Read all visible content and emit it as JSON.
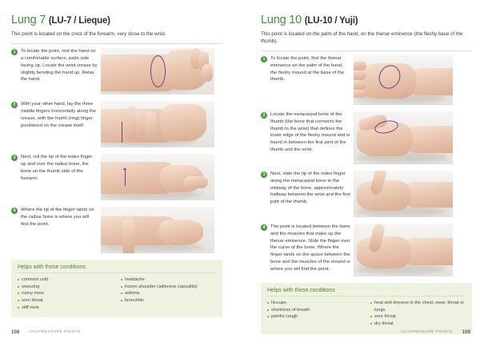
{
  "spread": {
    "left_page": {
      "title_name": "Lung 7",
      "title_code": "(LU-7 / Lieque)",
      "intro": "This point is located on the crest of the forearm, very close to the wrist.",
      "steps": [
        {
          "num": "1",
          "text": "To locate the point, rest the hand on a comfortable surface, palm side facing up. Locate the wrist crease by slightly bending the hand up. Relax the hand."
        },
        {
          "num": "2",
          "text": "With your other hand, lay the three middle fingers horizontally along the crease, with the fourth (ring) finger positioned on the crease itself."
        },
        {
          "num": "3",
          "text": "Next, roll the tip of the index finger up and over the radius bone, the bone on the thumb side of the forearm."
        },
        {
          "num": "4",
          "text": "Where the tip of the finger lands on the radius bone is where you will find the point."
        }
      ],
      "conditions_title": "Helps with these conditions",
      "conditions_col1": [
        "common cold",
        "sneezing",
        "runny nose",
        "sore throat",
        "stiff neck"
      ],
      "conditions_col2": [
        "headache",
        "frozen shoulder (adhesive capsulitis)",
        "asthma",
        "bronchitis"
      ],
      "folio": "108",
      "running_head": "ACUPRESSURE POINTS"
    },
    "right_page": {
      "title_name": "Lung 10",
      "title_code": "(LU-10 / Yuji)",
      "intro": "This point is located on the palm of the hand, on the thenar eminence (the fleshy base of the thumb).",
      "steps": [
        {
          "num": "1",
          "text": "To locate the point, find the thenar eminence on the palm of the hand, the fleshy mound at the base of the thumb."
        },
        {
          "num": "2",
          "text": "Locate the metacarpal bone of the thumb (the bone that connects the thumb to the wrist) that defines the lower edge of the fleshy mound and is found in between the first joint of the thumb and the wrist."
        },
        {
          "num": "3",
          "text": "Next, slide the tip of the index finger along the metacarpal bone to the midway of the bone, approximately halfway between the wrist and the first joint of the thumb."
        },
        {
          "num": "4",
          "text": "The point is located between the bone and the muscles that make up the thenar eminence. Slide the finger over the curve of the bone. Where the finger lands on the space between the bone and the muscles of the mound is where you will find the point."
        }
      ],
      "conditions_title": "Helps with these conditions",
      "conditions_col1": [
        "hiccups",
        "shortness of breath",
        "painful cough"
      ],
      "conditions_col2": [
        "heat and dryness in the chest, nose, throat or lungs",
        "sore throat",
        "dry throat"
      ],
      "folio": "109",
      "running_head": "ACUPRESSURE POINTS"
    }
  },
  "colors": {
    "heading_green": "#3f8f3f",
    "step_bullet_green": "#4a9b3f",
    "conditions_bg": "#eef2e0",
    "conditions_title": "#5c7a33",
    "marker_purple": "#7a3b86",
    "body_text": "#3a3a3a"
  }
}
